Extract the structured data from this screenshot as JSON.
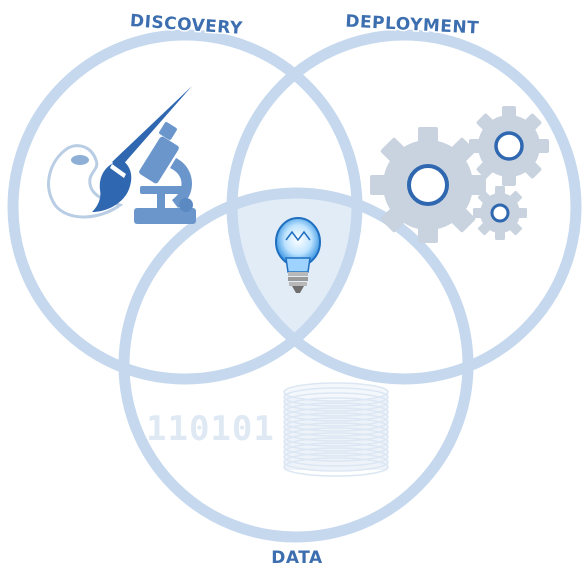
{
  "diagram": {
    "labels": {
      "discovery": "DISCOVERY",
      "deployment": "DEPLOYMENT",
      "data": "DATA"
    },
    "binary_text": "110101",
    "icons": {
      "discovery": [
        "paintbrush-icon",
        "palette-icon",
        "microscope-icon"
      ],
      "deployment": [
        "gear-icon",
        "gear-icon",
        "gear-icon"
      ],
      "data": [
        "database-icon"
      ],
      "center": [
        "lightbulb-icon"
      ]
    },
    "colors": {
      "circle_stroke": "#c5d8ee",
      "intersection_fill": "#e2ecf7",
      "label": "#3d6fb0",
      "brush": "#2f68b0",
      "microscope": "#5e8fc7",
      "gear": "#c9d3df",
      "database": "#dce7f3"
    }
  }
}
